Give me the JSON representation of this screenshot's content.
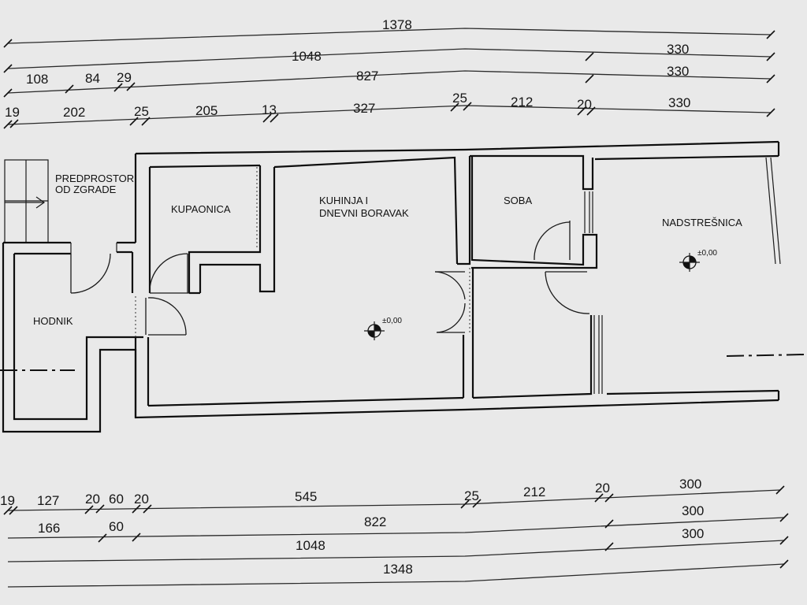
{
  "plan": {
    "rooms": {
      "predprostor_l1": "PREDPROSTOR",
      "predprostor_l2": "OD ZGRADE",
      "kupaonica": "KUPAONICA",
      "kuhinja_l1": "KUHINJA I",
      "kuhinja_l2": "DNEVNI BORAVAK",
      "soba": "SOBA",
      "nadstresnica": "NADSTREŠNICA",
      "hodnik": "HODNIK"
    },
    "level_marks": {
      "kuhinja": "±0,00",
      "nadstresnica": "±0,00"
    },
    "top_dimensions": {
      "row1": [
        "1378"
      ],
      "row2": [
        "1048",
        "330"
      ],
      "row3": [
        "108",
        "84",
        "29",
        "827",
        "330"
      ],
      "row4": [
        "19",
        "202",
        "25",
        "205",
        "13",
        "327",
        "25",
        "212",
        "20",
        "330"
      ]
    },
    "bottom_dimensions": {
      "row1": [
        "19",
        "127",
        "20",
        "60",
        "20",
        "545",
        "25",
        "212",
        "20",
        "300"
      ],
      "row2": [
        "166",
        "60",
        "822",
        "300"
      ],
      "row3": [
        "1048",
        "300"
      ],
      "row4": [
        "1348"
      ]
    }
  }
}
